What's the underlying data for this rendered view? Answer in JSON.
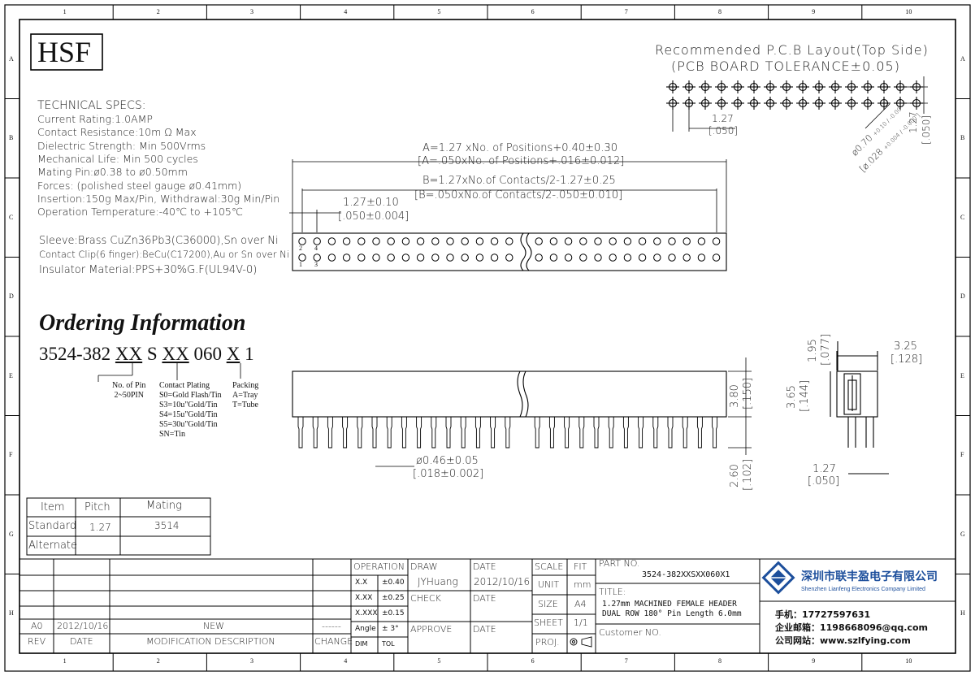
{
  "logo": "HSF",
  "border": {
    "cols": [
      "1",
      "2",
      "3",
      "4",
      "5",
      "6",
      "7",
      "8",
      "9",
      "10"
    ],
    "rows": [
      "A",
      "B",
      "C",
      "D",
      "E",
      "F",
      "G",
      "H"
    ]
  },
  "specs": {
    "title": "TECHNICAL SPECS:",
    "lines": [
      "Current Rating:1.0AMP",
      "Contact Resistance:10m Ω Max",
      "Dielectric Strength: Min 500Vrms",
      "Mechanical Life: Min 500 cycles",
      "Mating Pin:ø0.38 to ø0.50mm",
      "Forces: (polished steel gauge ø0.41mm)",
      "Insertion:150g Max/Pin, Withdrawal:30g Min/Pin",
      "Operation Temperature:-40℃ to +105℃"
    ],
    "materials": [
      "Sleeve:Brass CuZn36Pb3(C36000),Sn over Ni",
      "Contact Clip(6 finger):BeCu(C17200),Au or Sn over Ni",
      "Insulator Material:PPS+30%G.F(UL94V-0)"
    ]
  },
  "ordering": {
    "title": "Ordering Information",
    "part": [
      "3524-382 ",
      "XX",
      " S ",
      "XX",
      " 060 ",
      "X",
      " 1"
    ],
    "pin_label": [
      "No. of Pin",
      "2~50PIN"
    ],
    "plating": [
      "Contact Plating",
      "S0=Gold Flash/Tin",
      "S3=10u\"Gold/Tin",
      "S4=15u\"Gold/Tin",
      "S5=30u\"Gold/Tin",
      "SN=Tin"
    ],
    "packing": [
      "Packing",
      "A=Tray",
      "T=Tube"
    ]
  },
  "pcb": {
    "title": "Recommended P.C.B Layout(Top Side)",
    "subtitle": "(PCB BOARD TOLERANCE±0.05)",
    "pitch": "1.27",
    "pitch_in": "[.050]",
    "row_pitch": "1.27",
    "row_pitch_in": "[.050]",
    "hole": "ø0.70",
    "hole_tol": "+0.10 / -0.00",
    "hole_in": "[ø.028",
    "hole_in_tol": "+0.004 / -0.000 ]"
  },
  "dims": {
    "a": "A=1.27 xNo. of Positions+0.40±0.30",
    "a_in": "[A=.050xNo. of Positions+.016±0.012]",
    "b": "B=1.27xNo.of Contacts/2-1.27±0.25",
    "b_in": "[B=.050xNo.of Contacts/2-.050±0.010]",
    "pitch": "1.27±0.10",
    "pitch_in": "[.050±0.004]",
    "pin_dia": "ø0.46±0.05",
    "pin_dia_in": "[.018±0.002]",
    "h380": "3.80",
    "h380_in": "[.150]",
    "h260": "2.60",
    "h260_in": "[.102]",
    "w195": "1.95",
    "w195_in": "[.077]",
    "w325": "3.25",
    "w325_in": "[.128]",
    "h365": "3.65",
    "h365_in": "[.144]",
    "w127": "1.27",
    "w127_in": "[.050]",
    "pin_nums": [
      "2",
      "4",
      "1",
      "3"
    ]
  },
  "mating_table": {
    "headers": [
      "Item",
      "Pitch",
      "Mating"
    ],
    "rows": [
      [
        "Standard",
        "1.27",
        "3514"
      ],
      [
        "Alternate",
        "",
        ""
      ]
    ]
  },
  "title_block": {
    "rev_row": [
      "A0",
      "2012/10/16",
      "NEW",
      "------"
    ],
    "rev_headers": [
      "REV",
      "DATE",
      "MODIFICATION DESCRIPTION",
      "CHANGE"
    ],
    "operation": "OPERATION",
    "tol_rows": [
      [
        "X.X",
        "±0.40"
      ],
      [
        "X.XX",
        "±0.25"
      ],
      [
        "X.XXX",
        "±0.15"
      ],
      [
        "Angle",
        "± 3°"
      ],
      [
        "DIM",
        "TOL"
      ]
    ],
    "draw": "DRAW",
    "drawer": "JYHuang",
    "date": "DATE",
    "draw_date": "2012/10/16",
    "check": "CHECK",
    "approve": "APPROVE",
    "scale": "SCALE",
    "fit": "FIT",
    "unit": "UNIT",
    "unit_val": "mm",
    "size": "SIZE",
    "size_val": "A4",
    "sheet": "SHEET",
    "sheet_val": "1/1",
    "proj": "PROJ.",
    "part_no_label": "PART NO.",
    "part_no": "3524-382XXSXX060X1",
    "title_label": "TITLE:",
    "title_1": "1.27mm MACHINED FEMALE HEADER",
    "title_2": "DUAL ROW 180° Pin Length 6.0mm",
    "customer": "Customer NO."
  },
  "company": {
    "name_cn": "深圳市联丰盈电子有限公司",
    "name_en": "Shenzhen Lianfeng Electronics Company Limited",
    "phone": "手机：17727597631",
    "email": "企业邮箱：1198668096@qq.com",
    "web": "公司网站：www.szlfying.com",
    "brand_color": "#1d4f9c"
  }
}
